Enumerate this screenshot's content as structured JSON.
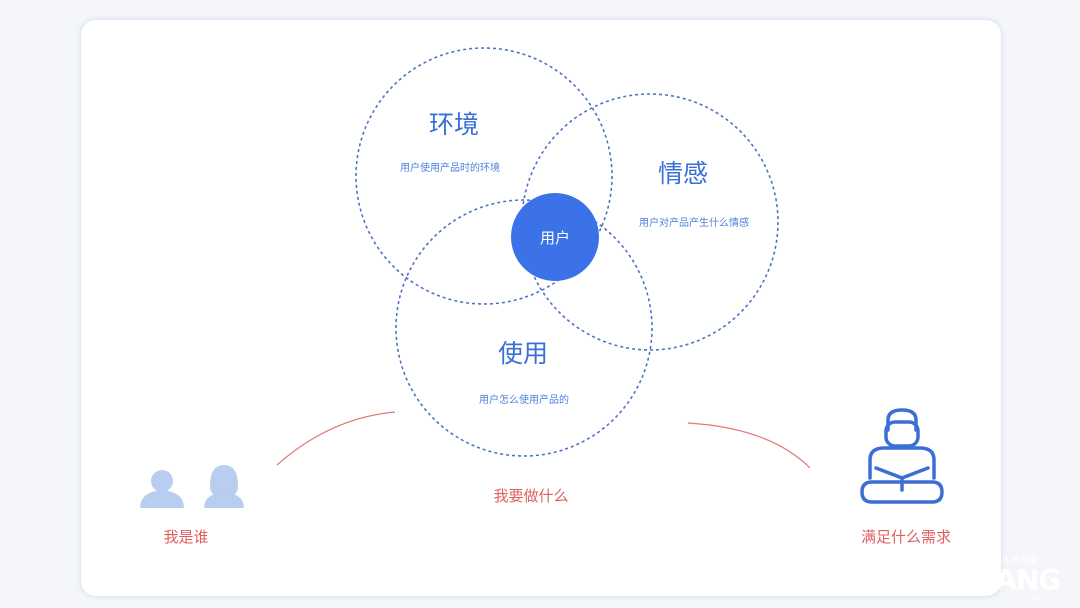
{
  "circles": {
    "environment": {
      "title": "环境",
      "desc": "用户使用产品时的环境"
    },
    "emotion": {
      "title": "情感",
      "desc": "用户对产品产生什么情感"
    },
    "usage": {
      "title": "使用",
      "desc": "用户怎么使用产品的"
    }
  },
  "center_label": "用户",
  "labels": {
    "who": "我是谁",
    "what": "我要做什么",
    "needs": "满足什么需求"
  },
  "watermark": {
    "small": "王氏教育集团 让人才增值",
    "large": "CGWANG",
    "sub": ".com"
  },
  "colors": {
    "accent": "#3a6fd8",
    "circle_stroke": "#4f72c4",
    "center_fill": "#3b72e8",
    "red": "#e0605f",
    "person": "#b9cdf0"
  },
  "icons": [
    "users-icon",
    "meditating-person-icon"
  ]
}
